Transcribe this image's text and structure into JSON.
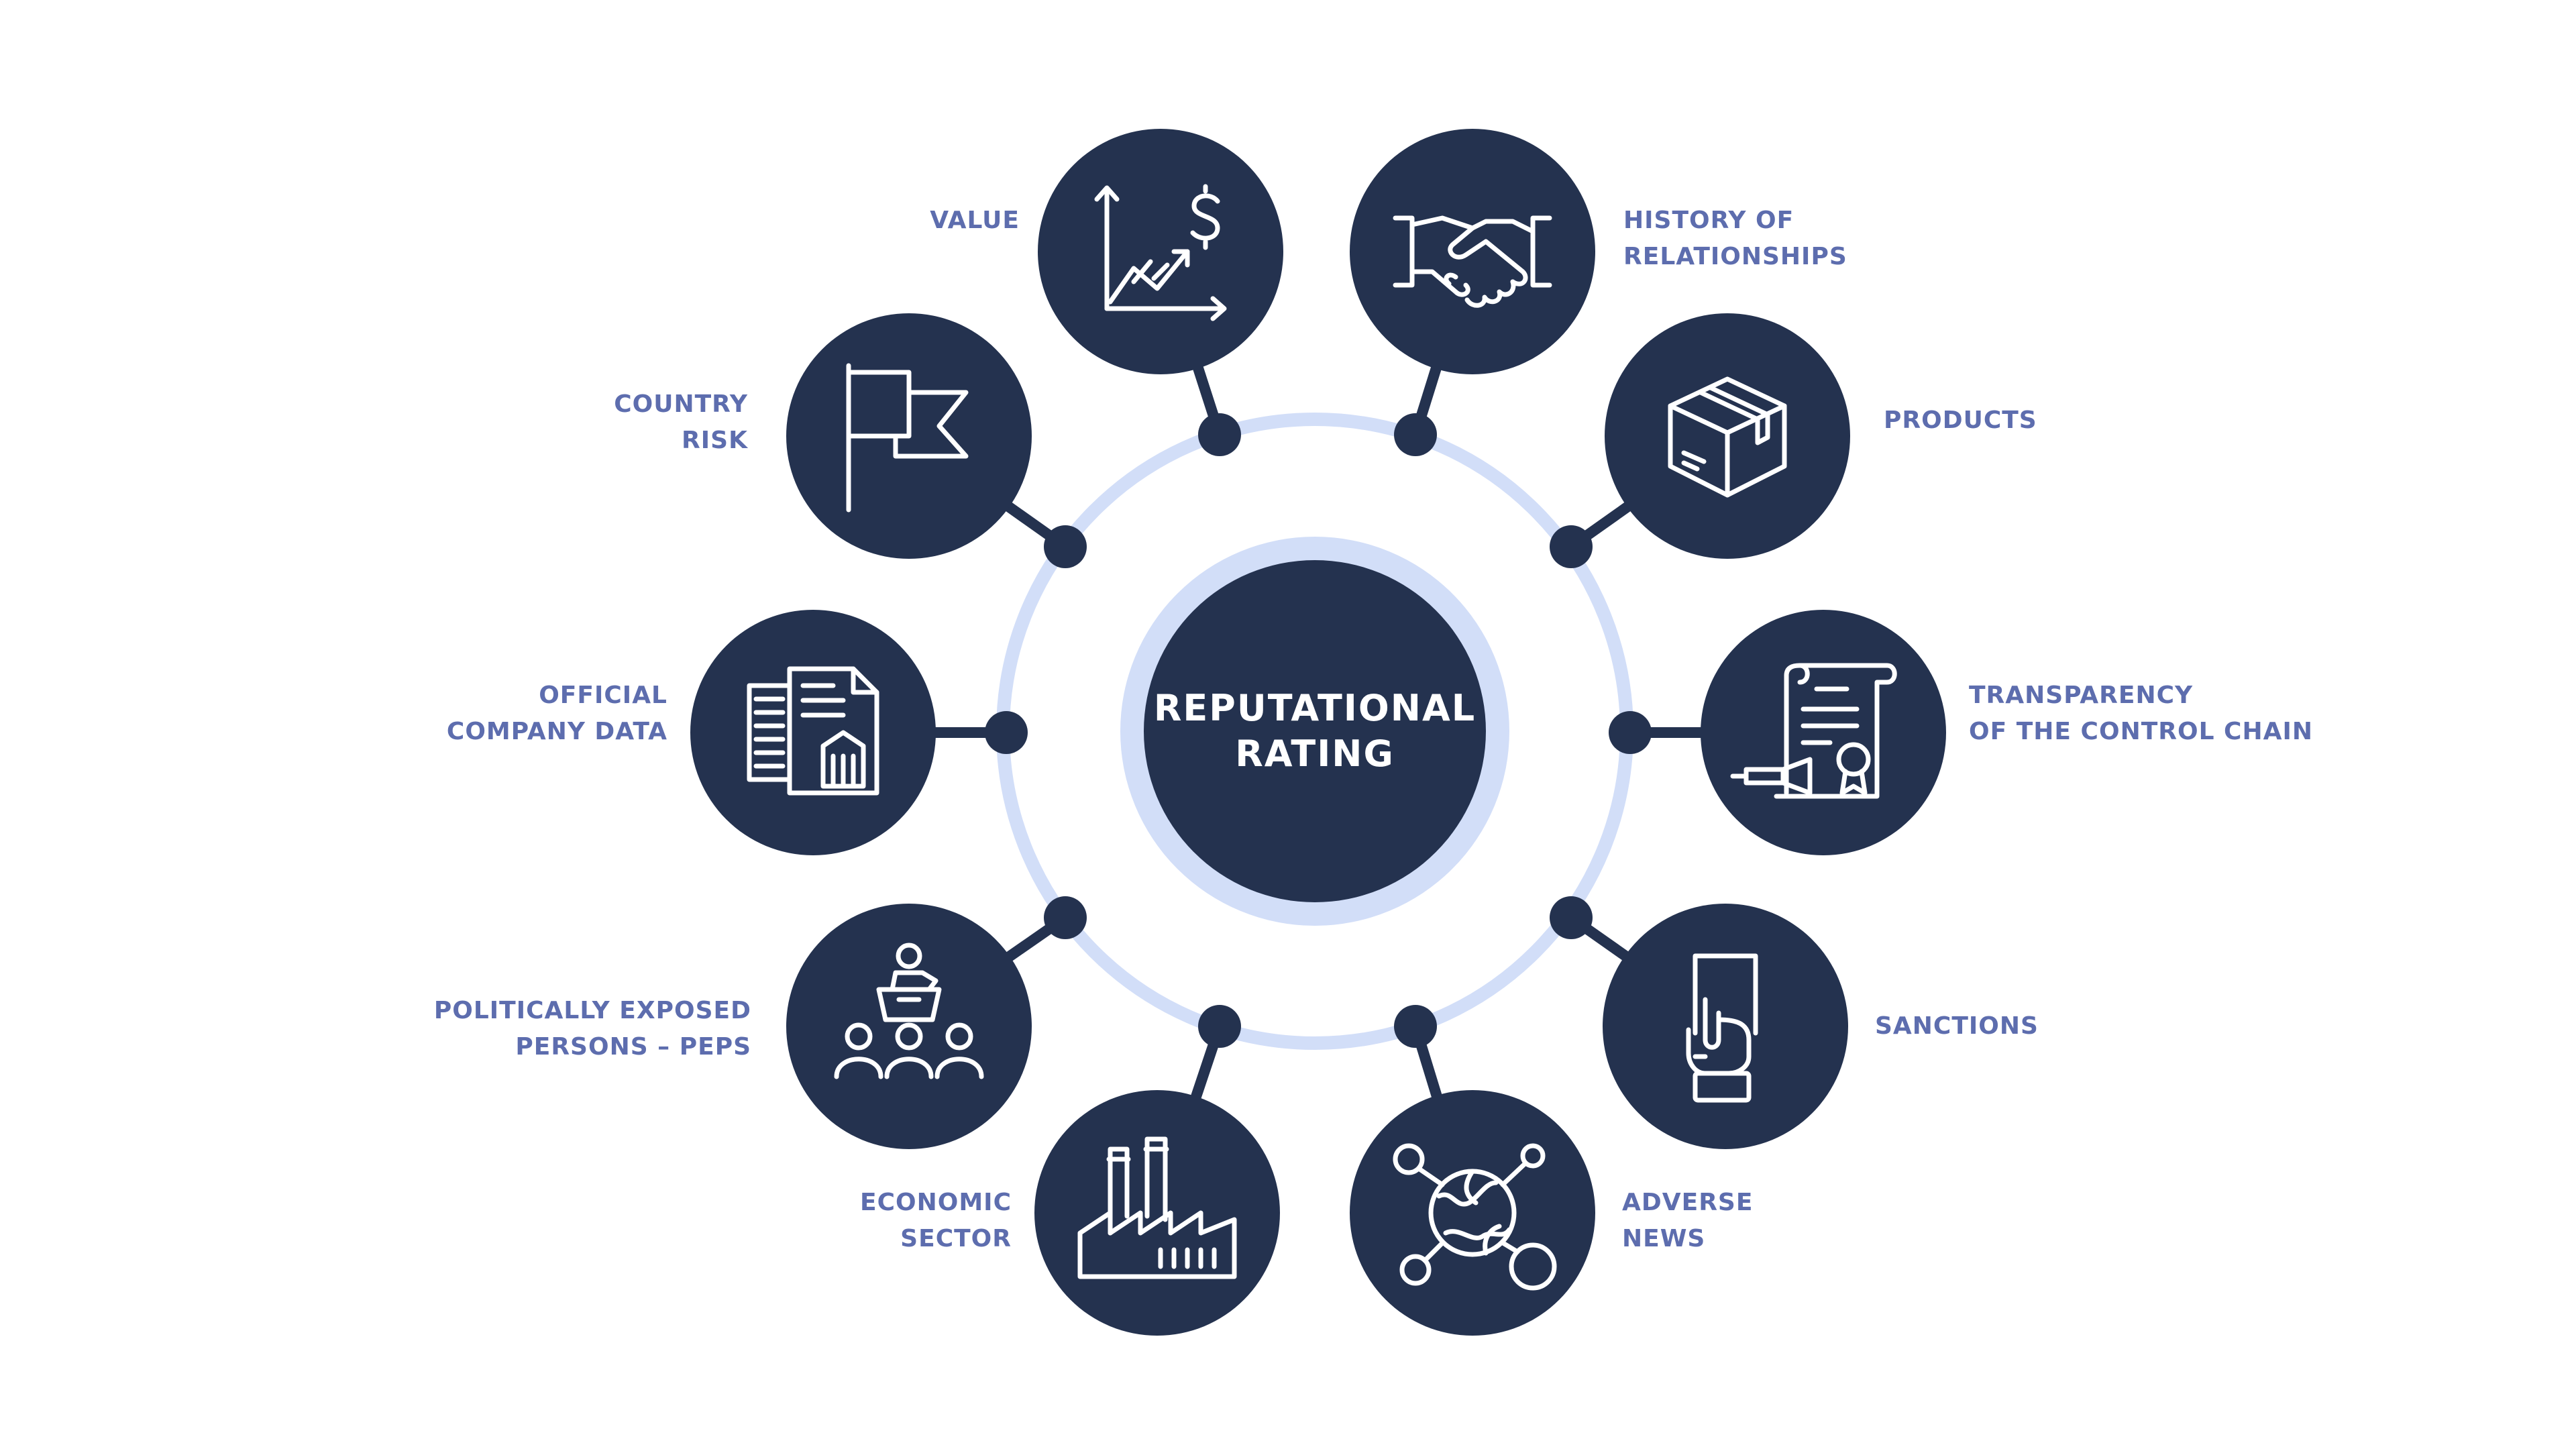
{
  "colors": {
    "navy": "#24324F",
    "ring": "#D2DEF8",
    "label": "#5D6DAE",
    "icon_stroke": "#FFFFFF",
    "background": "#FFFFFF"
  },
  "center": {
    "title_line1": "REPUTATIONAL",
    "title_line2": "RATING"
  },
  "nodes": [
    {
      "id": "value",
      "icon": "chart-dollar-icon",
      "lines": [
        "VALUE"
      ]
    },
    {
      "id": "history",
      "icon": "handshake-icon",
      "lines": [
        "HISTORY OF",
        "RELATIONSHIPS"
      ]
    },
    {
      "id": "products",
      "icon": "box-icon",
      "lines": [
        "PRODUCTS"
      ]
    },
    {
      "id": "transparency",
      "icon": "certificate-scroll-icon",
      "lines": [
        "TRANSPARENCY",
        "OF THE CONTROL CHAIN"
      ]
    },
    {
      "id": "sanctions",
      "icon": "hand-card-icon",
      "lines": [
        "SANCTIONS"
      ]
    },
    {
      "id": "adverse",
      "icon": "globe-network-icon",
      "lines": [
        "ADVERSE",
        "NEWS"
      ]
    },
    {
      "id": "economic",
      "icon": "factory-icon",
      "lines": [
        "ECONOMIC",
        "SECTOR"
      ]
    },
    {
      "id": "peps",
      "icon": "podium-audience-icon",
      "lines": [
        "POLITICALLY EXPOSED",
        "PERSONS – PEPS"
      ]
    },
    {
      "id": "official",
      "icon": "company-documents-icon",
      "lines": [
        "OFFICIAL",
        "COMPANY DATA"
      ]
    },
    {
      "id": "country",
      "icon": "flag-icon",
      "lines": [
        "COUNTRY",
        "RISK"
      ]
    }
  ]
}
